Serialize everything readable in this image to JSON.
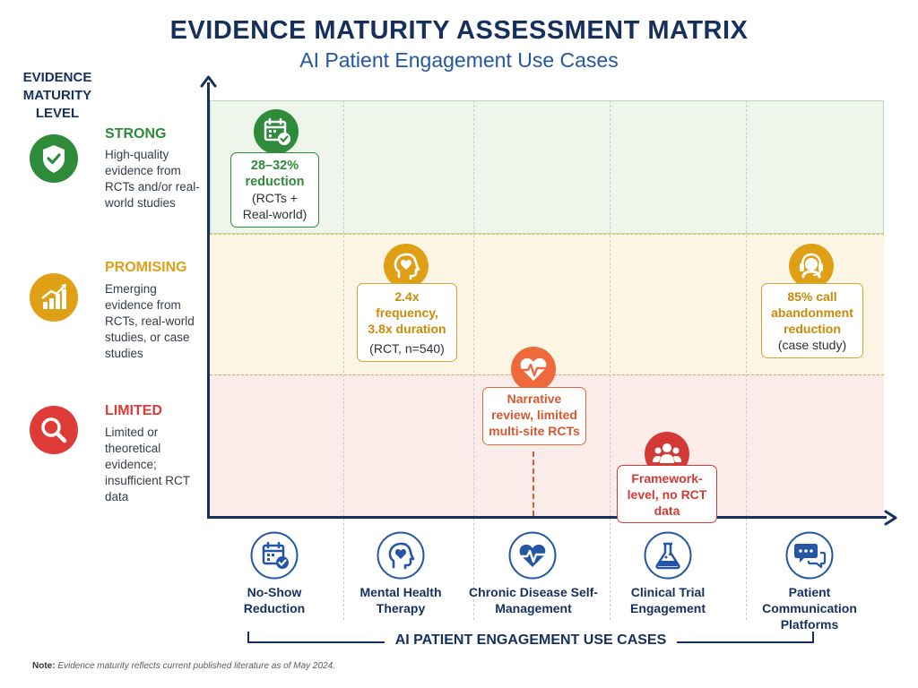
{
  "header": {
    "title": "EVIDENCE MATURITY ASSESSMENT MATRIX",
    "subtitle": "AI Patient Engagement Use Cases"
  },
  "y_axis": {
    "label": "EVIDENCE MATURITY LEVEL",
    "levels": [
      {
        "name": "STRONG",
        "description": "High-quality evidence from RCTs and/or real-world studies",
        "color": "#2e8b3a",
        "icon": "shield-check-icon"
      },
      {
        "name": "PROMISING",
        "description": "Emerging evidence from RCTs, real-world studies, or case studies",
        "color": "#e0a015",
        "icon": "bar-chart-growth-icon"
      },
      {
        "name": "LIMITED",
        "description": "Limited or theoretical evidence; insufficient RCT data",
        "color": "#de3b36",
        "icon": "magnifier-icon"
      }
    ]
  },
  "x_axis": {
    "label": "AI PATIENT ENGAGEMENT USE CASES",
    "use_cases": [
      {
        "label": "No-Show Reduction",
        "icon": "calendar-check-icon"
      },
      {
        "label": "Mental Health Therapy",
        "icon": "head-heart-icon"
      },
      {
        "label": "Chronic Disease Self-Management",
        "icon": "heart-pulse-icon"
      },
      {
        "label": "Clinical Trial Engagement",
        "icon": "flask-icon"
      },
      {
        "label": "Patient Communication Platforms",
        "icon": "chat-bubbles-icon"
      }
    ]
  },
  "evidence": [
    {
      "use_case": "No-Show Reduction",
      "level": "STRONG",
      "headline": "28–32% reduction",
      "note": "(RCTs + Real-world)",
      "color": "#2e8b3a",
      "icon": "calendar-check-icon"
    },
    {
      "use_case": "Mental Health Therapy",
      "level": "PROMISING",
      "headline": "2.4x frequency, 3.8x duration",
      "note": "(RCT, n=540)",
      "color": "#c98a08",
      "icon": "head-heart-icon"
    },
    {
      "use_case": "Chronic Disease Self-Management",
      "level": "LIMITED",
      "headline": "Narrative review, limited multi-site RCTs",
      "note": "",
      "color": "#d85830",
      "icon": "heart-pulse-icon"
    },
    {
      "use_case": "Clinical Trial Engagement",
      "level": "LIMITED",
      "headline": "Framework-level, no RCT data",
      "note": "",
      "color": "#d43a34",
      "icon": "people-group-icon"
    },
    {
      "use_case": "Patient Communication Platforms",
      "level": "PROMISING",
      "headline": "85% call abandonment reduction",
      "note": "(case study)",
      "color": "#c98a08",
      "icon": "headset-icon"
    }
  ],
  "footer": {
    "note_label": "Note:",
    "note_text": "Evidence maturity reflects current published literature as of May 2024."
  },
  "colors": {
    "navy": "#16305e",
    "blue": "#2456a4",
    "strong": "#2e8b3a",
    "promising": "#e0a015",
    "limited": "#de3b36"
  }
}
